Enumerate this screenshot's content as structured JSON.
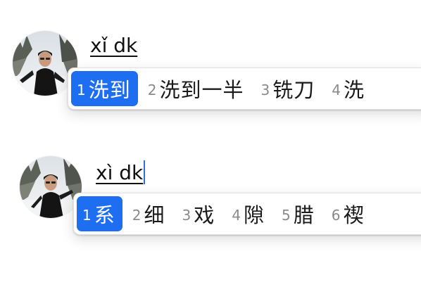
{
  "ime_top": {
    "composition_text": "xǐ dk",
    "candidates": [
      {
        "index": "1",
        "text": "洗到",
        "selected": true
      },
      {
        "index": "2",
        "text": "洗到一半",
        "selected": false
      },
      {
        "index": "3",
        "text": "铣刀",
        "selected": false
      },
      {
        "index": "4",
        "text": "洗",
        "selected": false
      }
    ]
  },
  "ime_bottom": {
    "composition_text": "xì dk",
    "candidates": [
      {
        "index": "1",
        "text": "系",
        "selected": true
      },
      {
        "index": "2",
        "text": "细",
        "selected": false
      },
      {
        "index": "3",
        "text": "戏",
        "selected": false
      },
      {
        "index": "4",
        "text": "隙",
        "selected": false
      },
      {
        "index": "5",
        "text": "腊",
        "selected": false
      },
      {
        "index": "6",
        "text": "禊",
        "selected": false
      }
    ]
  },
  "colors": {
    "selected_candidate_bg": "#1d6ef0",
    "caret": "#2f6fe0",
    "index_number": "#8a8a8a"
  },
  "icons": {
    "avatar": "user-avatar-photo"
  }
}
